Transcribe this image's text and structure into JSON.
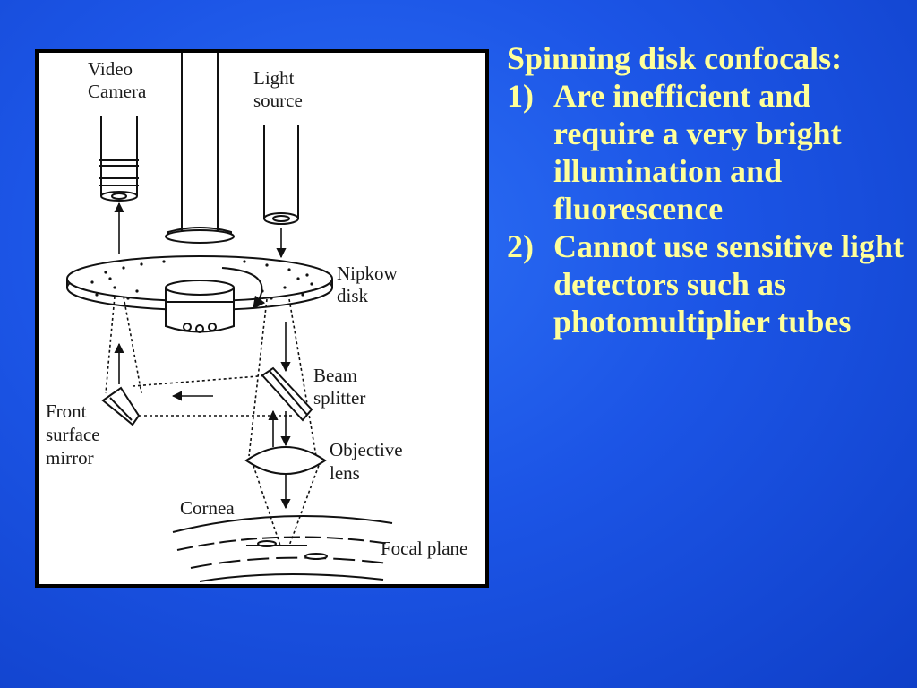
{
  "diagram": {
    "labels": {
      "video_camera": [
        "Video",
        "Camera"
      ],
      "light_source": [
        "Light",
        "source"
      ],
      "nipkow_disk": [
        "Nipkow",
        "disk"
      ],
      "beam_splitter": [
        "Beam",
        "splitter"
      ],
      "front_surface_mirror": [
        "Front",
        "surface",
        "mirror"
      ],
      "objective_lens": [
        "Objective",
        "lens"
      ],
      "cornea": "Cornea",
      "focal_plane": "Focal plane"
    }
  },
  "text": {
    "intro": "Spinning disk confocals:",
    "points": [
      {
        "number": "1)",
        "text": "Are inefficient and require a very bright illumination and fluorescence"
      },
      {
        "number": "2)",
        "text": "Cannot use sensitive light detectors such as photomultiplier tubes"
      }
    ]
  },
  "colors": {
    "background": "#1c55e6",
    "text": "#ffff99",
    "frame": "#000000"
  }
}
